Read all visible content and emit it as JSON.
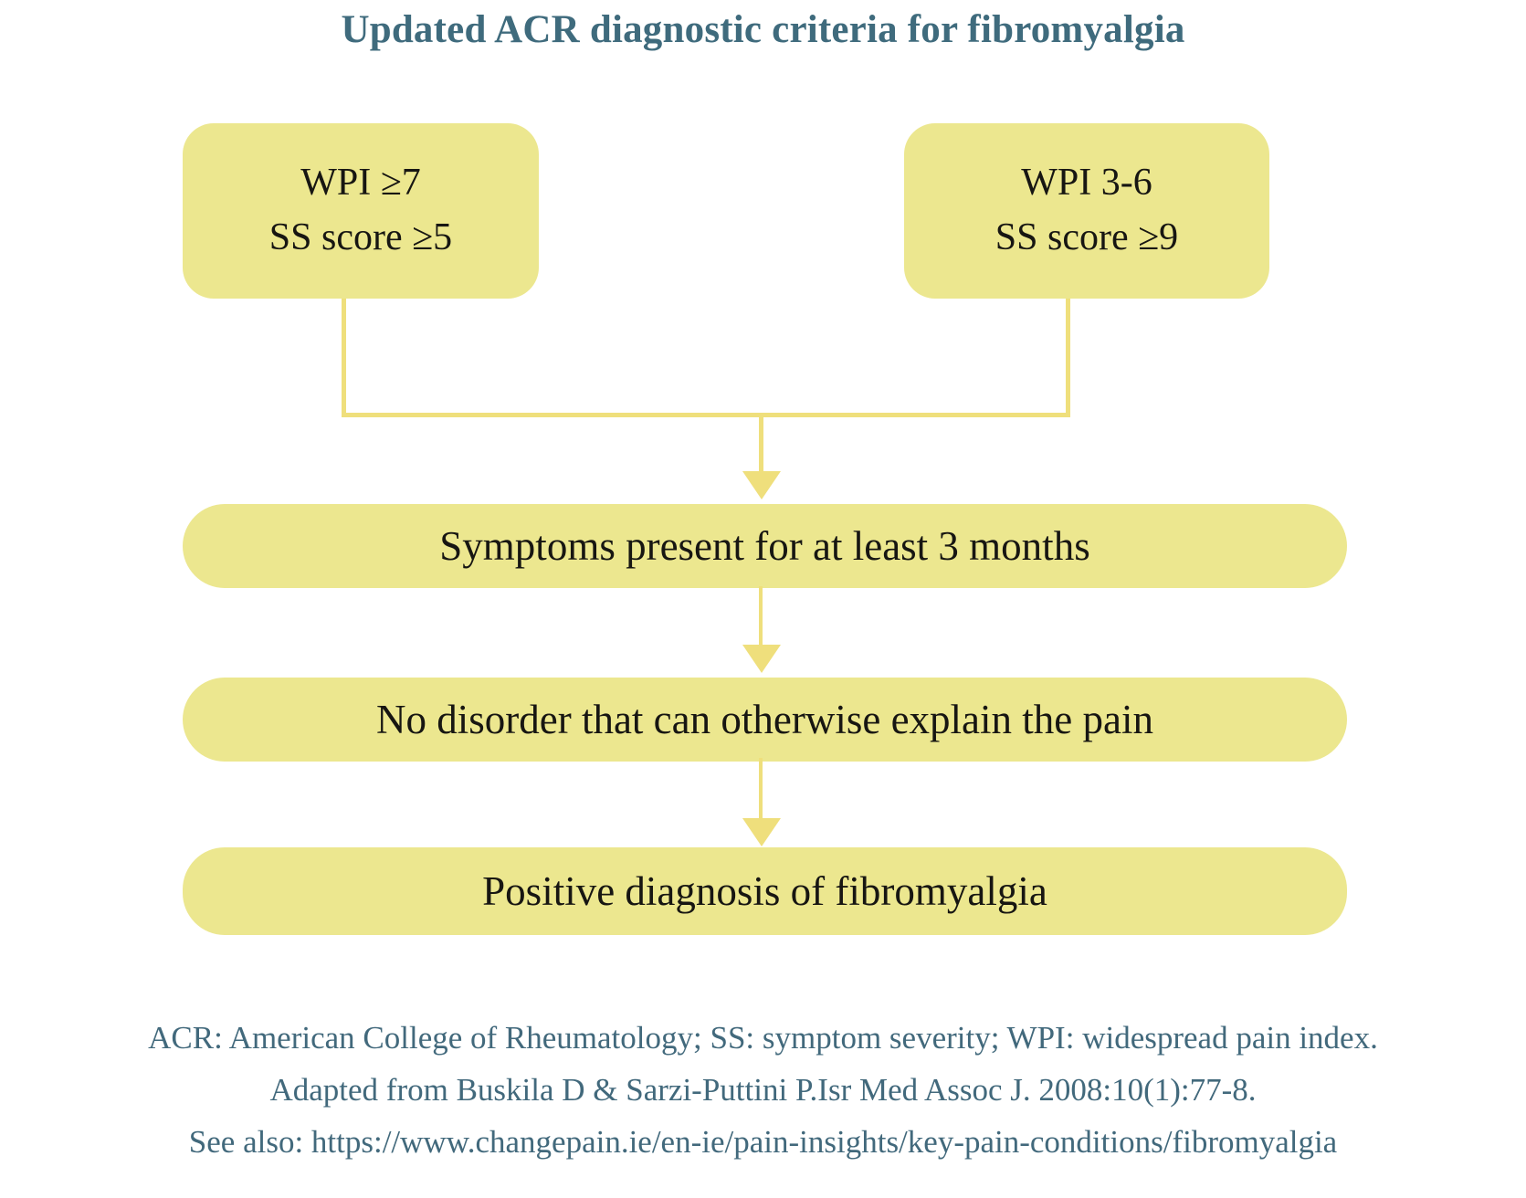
{
  "title": "Updated ACR diagnostic criteria for fibromyalgia",
  "flow": {
    "criteria_boxes": [
      {
        "line1": "WPI ≥7",
        "line2": "SS score ≥5"
      },
      {
        "line1": "WPI 3-6",
        "line2": "SS score ≥9"
      }
    ],
    "steps": [
      "Symptoms present for at least 3 months",
      "No disorder that can otherwise explain the pain",
      "Positive diagnosis of fibromyalgia"
    ]
  },
  "footnotes": [
    "ACR: American College of Rheumatology; SS: symptom severity; WPI: widespread pain index.",
    "Adapted from Buskila D & Sarzi-Puttini P.Isr Med Assoc J. 2008:10(1):77-8.",
    "See also: https://www.changepain.ie/en-ie/pain-insights/key-pain-conditions/fibromyalgia"
  ],
  "colors": {
    "node_fill": "#ece78f",
    "connector": "#efdf7c",
    "title_text": "#3f6b7d",
    "footnote_text": "#42697c",
    "node_text": "#171612",
    "background": "#ffffff"
  }
}
